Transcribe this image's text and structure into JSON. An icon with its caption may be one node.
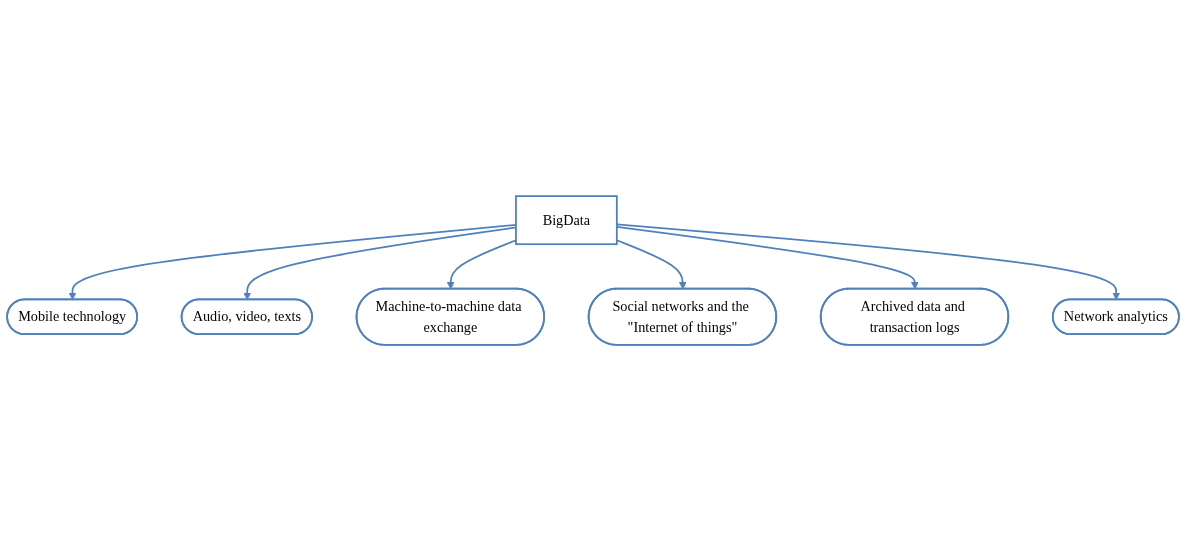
{
  "diagram": {
    "nodes": [
      {
        "text": [
          "Mobile technology"
        ]
      },
      {
        "text": [
          "Audio, video, texts"
        ]
      },
      {
        "text": [
          "Machine-to-machine data exchange"
        ]
      },
      {
        "text": [
          "BigData"
        ]
      },
      {
        "text": [
          "Social networks and the \"Internet of things\""
        ]
      },
      {
        "text": [
          "Archived data and transaction logs"
        ]
      },
      {
        "text": [
          "Network analytics"
        ]
      }
    ],
    "edges": [
      {
        "from": 3,
        "to": 0,
        "arrow": "to"
      },
      {
        "from": 3,
        "to": 1,
        "arrow": "to"
      },
      {
        "from": 3,
        "to": 2,
        "arrow": "to"
      },
      {
        "from": 3,
        "to": 4,
        "arrow": "to"
      },
      {
        "from": 3,
        "to": 5,
        "arrow": "to"
      },
      {
        "from": 3,
        "to": 6,
        "arrow": "to"
      }
    ]
  }
}
